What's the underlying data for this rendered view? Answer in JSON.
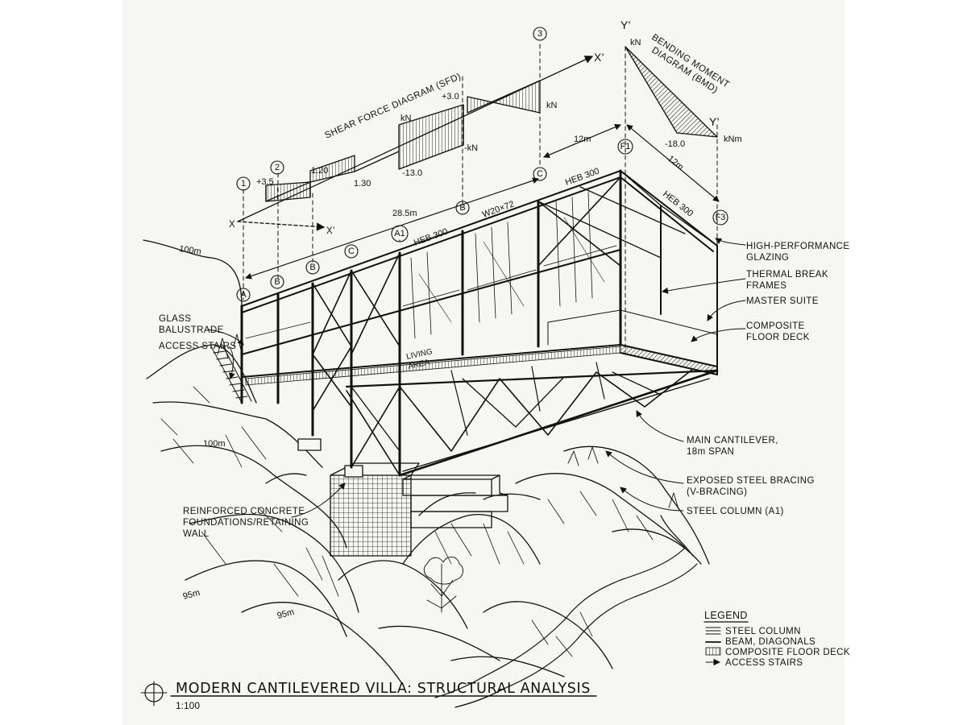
{
  "title": "MODERN CANTILEVERED VILLA: STRUCTURAL ANALYSIS",
  "scale": "1:100",
  "diagrams": {
    "sfd_title": "SHEAR FORCE DIAGRAM (SFD)",
    "bmd_title_line1": "BENDING MOMENT",
    "bmd_title_line2": "DIAGRAM (BMD)",
    "sfd_values": {
      "v1": "+3.5",
      "v2": "1.20",
      "v3": "1.30",
      "v4": "-13.0",
      "v5": "+3.0",
      "kn1": "kN",
      "kn2": "-kN",
      "kn3": "kN"
    },
    "bmd_values": {
      "kn": "kN",
      "moment": "-18.0",
      "knm": "kNm"
    },
    "axes": {
      "x": "X",
      "x_prime_1": "X'",
      "x_prime_2": "X'",
      "y_prime_1": "Y'",
      "y_prime_2": "Y'"
    }
  },
  "grid_markers": [
    "1",
    "2",
    "3",
    "A",
    "B",
    "B",
    "C",
    "A1",
    "B",
    "C",
    "F1",
    "F3"
  ],
  "dimensions": {
    "span_main": "28.5m",
    "span_top": "12m",
    "span_side": "12m",
    "beam_1": "HEB 300",
    "beam_2": "W20×72",
    "beam_3": "HEB 300",
    "beam_4": "HEB 300"
  },
  "contours": {
    "c1": "100m",
    "c2": "100m",
    "c3": "95m",
    "c4": "95m"
  },
  "annotations": {
    "left": {
      "glass_balustrade_1": "GLASS",
      "glass_balustrade_2": "BALUSTRADE",
      "access_stairs": "ACCESS STAIRS",
      "foundations_1": "REINFORCED CONCRETE",
      "foundations_2": "FOUNDATIONS/RETAINING",
      "foundations_3": "WALL"
    },
    "right": {
      "glazing_1": "HIGH-PERFORMANCE",
      "glazing_2": "GLAZING",
      "thermal_1": "THERMAL BREAK",
      "thermal_2": "FRAMES",
      "master_suite": "MASTER SUITE",
      "deck_1": "COMPOSITE",
      "deck_2": "FLOOR DECK",
      "cantilever_1": "MAIN CANTILEVER,",
      "cantilever_2": "18m SPAN",
      "bracing_1": "EXPOSED STEEL BRACING",
      "bracing_2": "(V-BRACING)",
      "column": "STEEL COLUMN (A1)"
    },
    "living_area_1": "LIVING",
    "living_area_2": "AREA"
  },
  "legend": {
    "heading": "LEGEND",
    "items": [
      "STEEL COLUMN",
      "BEAM, DIAGONALS",
      "COMPOSITE FLOOR DECK",
      "ACCESS STAIRS"
    ]
  },
  "colors": {
    "ink": "#111111",
    "paper": "#f6f6f4",
    "background": "#ffffff"
  }
}
